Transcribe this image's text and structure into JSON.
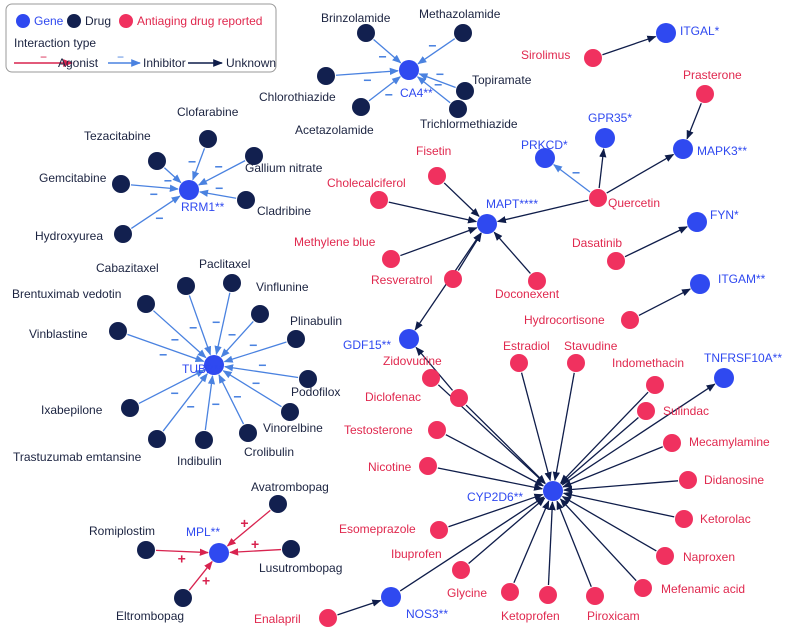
{
  "colors": {
    "gene": "#2F49F0",
    "drug": "#12204F",
    "antiaging": "#F0315F",
    "agonist_edge": "#D8234F",
    "inhibitor_edge": "#4A82E0",
    "unknown_edge": "#0F1D4A",
    "gene_text": "#2F49F0",
    "drug_text": "#1B2340",
    "antiaging_text": "#E0284E"
  },
  "legend": {
    "gene": "Gene",
    "drug": "Drug",
    "antiaging": "Antiaging drug reported",
    "interaction_title": "Interaction type",
    "agonist": "Agonist",
    "inhibitor": "Inhibitor",
    "unknown": "Unknown",
    "agonist_sign": "+",
    "inhibitor_sign": "−"
  },
  "nodes": {
    "CA4": {
      "label": "CA4**",
      "type": "gene"
    },
    "RRM1": {
      "label": "RRM1**",
      "type": "gene"
    },
    "TUBB": {
      "label": "TUBB**",
      "type": "gene"
    },
    "MPL": {
      "label": "MPL**",
      "type": "gene"
    },
    "ITGAL": {
      "label": "ITGAL*",
      "type": "gene"
    },
    "MAPK3": {
      "label": "MAPK3**",
      "type": "gene"
    },
    "GPR35": {
      "label": "GPR35*",
      "type": "gene"
    },
    "PRKCD": {
      "label": "PRKCD*",
      "type": "gene"
    },
    "MAPT": {
      "label": "MAPT****",
      "type": "gene"
    },
    "FYN": {
      "label": "FYN*",
      "type": "gene"
    },
    "ITGAM": {
      "label": "ITGAM**",
      "type": "gene"
    },
    "GDF15": {
      "label": "GDF15**",
      "type": "gene"
    },
    "TNFRSF10A": {
      "label": "TNFRSF10A**",
      "type": "gene"
    },
    "CYP2D6": {
      "label": "CYP2D6**",
      "type": "gene"
    },
    "NOS3": {
      "label": "NOS3**",
      "type": "gene"
    },
    "Brinzolamide": {
      "label": "Brinzolamide",
      "type": "drug"
    },
    "Methazolamide": {
      "label": "Methazolamide",
      "type": "drug"
    },
    "Chlorothiazide": {
      "label": "Chlorothiazide",
      "type": "drug"
    },
    "Topiramate": {
      "label": "Topiramate",
      "type": "drug"
    },
    "Acetazolamide": {
      "label": "Acetazolamide",
      "type": "drug"
    },
    "Trichlormethiazide": {
      "label": "Trichlormethiazide",
      "type": "drug"
    },
    "Clofarabine": {
      "label": "Clofarabine",
      "type": "drug"
    },
    "Tezacitabine": {
      "label": "Tezacitabine",
      "type": "drug"
    },
    "GalliumNitrate": {
      "label": "Gallium nitrate",
      "type": "drug"
    },
    "Gemcitabine": {
      "label": "Gemcitabine",
      "type": "drug"
    },
    "Cladribine": {
      "label": "Cladribine",
      "type": "drug"
    },
    "Hydroxyurea": {
      "label": "Hydroxyurea",
      "type": "drug"
    },
    "Cabazitaxel": {
      "label": "Cabazitaxel",
      "type": "drug"
    },
    "Paclitaxel": {
      "label": "Paclitaxel",
      "type": "drug"
    },
    "Brentuximab": {
      "label": "Brentuximab vedotin",
      "type": "drug"
    },
    "Vinflunine": {
      "label": "Vinflunine",
      "type": "drug"
    },
    "Plinabulin": {
      "label": "Plinabulin",
      "type": "drug"
    },
    "Vinblastine": {
      "label": "Vinblastine",
      "type": "drug"
    },
    "Podofilox": {
      "label": "Podofilox",
      "type": "drug"
    },
    "Ixabepilone": {
      "label": "Ixabepilone",
      "type": "drug"
    },
    "Vinorelbine": {
      "label": "Vinorelbine",
      "type": "drug"
    },
    "Trastuzumab": {
      "label": "Trastuzumab emtansine",
      "type": "drug"
    },
    "Indibulin": {
      "label": "Indibulin",
      "type": "drug"
    },
    "Crolibulin": {
      "label": "Crolibulin",
      "type": "drug"
    },
    "Avatrombopag": {
      "label": "Avatrombopag",
      "type": "drug"
    },
    "Romiplostim": {
      "label": "Romiplostim",
      "type": "drug"
    },
    "Lusutrombopag": {
      "label": "Lusutrombopag",
      "type": "drug"
    },
    "Eltrombopag": {
      "label": "Eltrombopag",
      "type": "drug"
    },
    "Sirolimus": {
      "label": "Sirolimus",
      "type": "antiaging"
    },
    "Prasterone": {
      "label": "Prasterone",
      "type": "antiaging"
    },
    "Fisetin": {
      "label": "Fisetin",
      "type": "antiaging"
    },
    "Cholecalciferol": {
      "label": "Cholecalciferol",
      "type": "antiaging"
    },
    "Quercetin": {
      "label": "Quercetin",
      "type": "antiaging"
    },
    "MethyleneBlue": {
      "label": "Methylene blue",
      "type": "antiaging"
    },
    "Dasatinib": {
      "label": "Dasatinib",
      "type": "antiaging"
    },
    "Resveratrol": {
      "label": "Resveratrol",
      "type": "antiaging"
    },
    "Doconexent": {
      "label": "Doconexent",
      "type": "antiaging"
    },
    "Hydrocortisone": {
      "label": "Hydrocortisone",
      "type": "antiaging"
    },
    "Zidovudine": {
      "label": "Zidovudine",
      "type": "antiaging"
    },
    "Estradiol": {
      "label": "Estradiol",
      "type": "antiaging"
    },
    "Stavudine": {
      "label": "Stavudine",
      "type": "antiaging"
    },
    "Indomethacin": {
      "label": "Indomethacin",
      "type": "antiaging"
    },
    "Diclofenac": {
      "label": "Diclofenac",
      "type": "antiaging"
    },
    "Sulindac": {
      "label": "Sulindac",
      "type": "antiaging"
    },
    "Testosterone": {
      "label": "Testosterone",
      "type": "antiaging"
    },
    "Mecamylamine": {
      "label": "Mecamylamine",
      "type": "antiaging"
    },
    "Nicotine": {
      "label": "Nicotine",
      "type": "antiaging"
    },
    "Didanosine": {
      "label": "Didanosine",
      "type": "antiaging"
    },
    "Ketorolac": {
      "label": "Ketorolac",
      "type": "antiaging"
    },
    "Esomeprazole": {
      "label": "Esomeprazole",
      "type": "antiaging"
    },
    "Naproxen": {
      "label": "Naproxen",
      "type": "antiaging"
    },
    "Ibuprofen": {
      "label": "Ibuprofen",
      "type": "antiaging"
    },
    "Mefenamic": {
      "label": "Mefenamic acid",
      "type": "antiaging"
    },
    "Glycine": {
      "label": "Glycine",
      "type": "antiaging"
    },
    "Ketoprofen": {
      "label": "Ketoprofen",
      "type": "antiaging"
    },
    "Piroxicam": {
      "label": "Piroxicam",
      "type": "antiaging"
    },
    "Enalapril": {
      "label": "Enalapril",
      "type": "antiaging"
    }
  },
  "edges": [
    {
      "from": "Brinzolamide",
      "to": "CA4",
      "type": "inhibitor"
    },
    {
      "from": "Methazolamide",
      "to": "CA4",
      "type": "inhibitor"
    },
    {
      "from": "Chlorothiazide",
      "to": "CA4",
      "type": "inhibitor"
    },
    {
      "from": "Topiramate",
      "to": "CA4",
      "type": "inhibitor"
    },
    {
      "from": "Acetazolamide",
      "to": "CA4",
      "type": "inhibitor"
    },
    {
      "from": "Trichlormethiazide",
      "to": "CA4",
      "type": "inhibitor"
    },
    {
      "from": "Clofarabine",
      "to": "RRM1",
      "type": "inhibitor"
    },
    {
      "from": "Tezacitabine",
      "to": "RRM1",
      "type": "inhibitor"
    },
    {
      "from": "GalliumNitrate",
      "to": "RRM1",
      "type": "inhibitor"
    },
    {
      "from": "Gemcitabine",
      "to": "RRM1",
      "type": "inhibitor"
    },
    {
      "from": "Cladribine",
      "to": "RRM1",
      "type": "inhibitor"
    },
    {
      "from": "Hydroxyurea",
      "to": "RRM1",
      "type": "inhibitor"
    },
    {
      "from": "Cabazitaxel",
      "to": "TUBB",
      "type": "inhibitor"
    },
    {
      "from": "Paclitaxel",
      "to": "TUBB",
      "type": "inhibitor"
    },
    {
      "from": "Brentuximab",
      "to": "TUBB",
      "type": "inhibitor"
    },
    {
      "from": "Vinflunine",
      "to": "TUBB",
      "type": "inhibitor"
    },
    {
      "from": "Plinabulin",
      "to": "TUBB",
      "type": "inhibitor"
    },
    {
      "from": "Vinblastine",
      "to": "TUBB",
      "type": "inhibitor"
    },
    {
      "from": "Podofilox",
      "to": "TUBB",
      "type": "inhibitor"
    },
    {
      "from": "Ixabepilone",
      "to": "TUBB",
      "type": "inhibitor"
    },
    {
      "from": "Vinorelbine",
      "to": "TUBB",
      "type": "inhibitor"
    },
    {
      "from": "Trastuzumab",
      "to": "TUBB",
      "type": "inhibitor"
    },
    {
      "from": "Indibulin",
      "to": "TUBB",
      "type": "inhibitor"
    },
    {
      "from": "Crolibulin",
      "to": "TUBB",
      "type": "inhibitor"
    },
    {
      "from": "Avatrombopag",
      "to": "MPL",
      "type": "agonist"
    },
    {
      "from": "Romiplostim",
      "to": "MPL",
      "type": "agonist"
    },
    {
      "from": "Lusutrombopag",
      "to": "MPL",
      "type": "agonist"
    },
    {
      "from": "Eltrombopag",
      "to": "MPL",
      "type": "agonist"
    },
    {
      "from": "Sirolimus",
      "to": "ITGAL",
      "type": "unknown"
    },
    {
      "from": "Prasterone",
      "to": "MAPK3",
      "type": "unknown"
    },
    {
      "from": "Quercetin",
      "to": "MAPK3",
      "type": "unknown"
    },
    {
      "from": "Quercetin",
      "to": "GPR35",
      "type": "unknown"
    },
    {
      "from": "Quercetin",
      "to": "PRKCD",
      "type": "inhibitor"
    },
    {
      "from": "Quercetin",
      "to": "MAPT",
      "type": "unknown"
    },
    {
      "from": "Fisetin",
      "to": "MAPT",
      "type": "unknown"
    },
    {
      "from": "Cholecalciferol",
      "to": "MAPT",
      "type": "unknown"
    },
    {
      "from": "MethyleneBlue",
      "to": "MAPT",
      "type": "unknown"
    },
    {
      "from": "Resveratrol",
      "to": "MAPT",
      "type": "unknown"
    },
    {
      "from": "Doconexent",
      "to": "MAPT",
      "type": "unknown"
    },
    {
      "from": "Dasatinib",
      "to": "FYN",
      "type": "unknown"
    },
    {
      "from": "Hydrocortisone",
      "to": "ITGAM",
      "type": "unknown"
    },
    {
      "from": "GDF15",
      "to": "MAPT",
      "type": "unknown",
      "both": true
    },
    {
      "from": "Diclofenac",
      "to": "GDF15",
      "type": "unknown"
    },
    {
      "from": "Zidovudine",
      "to": "CYP2D6",
      "type": "unknown"
    },
    {
      "from": "Estradiol",
      "to": "CYP2D6",
      "type": "unknown"
    },
    {
      "from": "Stavudine",
      "to": "CYP2D6",
      "type": "unknown"
    },
    {
      "from": "Indomethacin",
      "to": "CYP2D6",
      "type": "unknown"
    },
    {
      "from": "Diclofenac",
      "to": "CYP2D6",
      "type": "unknown"
    },
    {
      "from": "CYP2D6",
      "to": "TNFRSF10A",
      "type": "unknown"
    },
    {
      "from": "Sulindac",
      "to": "CYP2D6",
      "type": "unknown"
    },
    {
      "from": "Testosterone",
      "to": "CYP2D6",
      "type": "unknown"
    },
    {
      "from": "Mecamylamine",
      "to": "CYP2D6",
      "type": "unknown"
    },
    {
      "from": "Nicotine",
      "to": "CYP2D6",
      "type": "unknown"
    },
    {
      "from": "Didanosine",
      "to": "CYP2D6",
      "type": "unknown"
    },
    {
      "from": "Ketorolac",
      "to": "CYP2D6",
      "type": "unknown"
    },
    {
      "from": "Esomeprazole",
      "to": "CYP2D6",
      "type": "unknown"
    },
    {
      "from": "Naproxen",
      "to": "CYP2D6",
      "type": "unknown"
    },
    {
      "from": "Ibuprofen",
      "to": "CYP2D6",
      "type": "unknown"
    },
    {
      "from": "Mefenamic",
      "to": "CYP2D6",
      "type": "unknown"
    },
    {
      "from": "Glycine",
      "to": "CYP2D6",
      "type": "unknown"
    },
    {
      "from": "Ketoprofen",
      "to": "CYP2D6",
      "type": "unknown"
    },
    {
      "from": "Piroxicam",
      "to": "CYP2D6",
      "type": "unknown"
    },
    {
      "from": "NOS3",
      "to": "CYP2D6",
      "type": "unknown"
    },
    {
      "from": "Enalapril",
      "to": "NOS3",
      "type": "unknown"
    }
  ]
}
